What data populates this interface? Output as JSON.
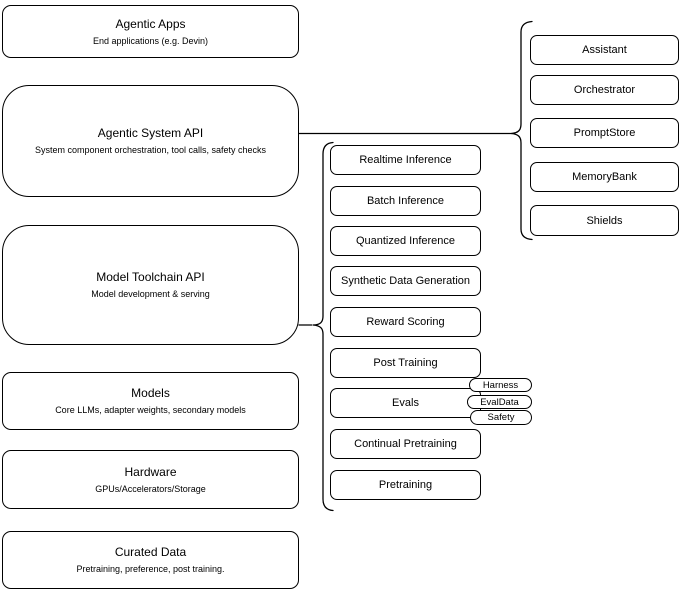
{
  "left_column": {
    "nodes": [
      {
        "title": "Agentic Apps",
        "subtitle": "End applications (e.g. Devin)"
      },
      {
        "title": "Agentic System API",
        "subtitle": "System component orchestration, tool calls, safety checks"
      },
      {
        "title": "Model Toolchain API",
        "subtitle": "Model development & serving"
      },
      {
        "title": "Models",
        "subtitle": "Core LLMs, adapter weights, secondary models"
      },
      {
        "title": "Hardware",
        "subtitle": "GPUs/Accelerators/Storage"
      },
      {
        "title": "Curated Data",
        "subtitle": "Pretraining, preference, post training."
      }
    ]
  },
  "toolchain_group": {
    "items": [
      "Realtime Inference",
      "Batch Inference",
      "Quantized Inference",
      "Synthetic Data Generation",
      "Reward Scoring",
      "Post Training",
      "Evals",
      "Continual Pretraining",
      "Pretraining"
    ]
  },
  "evals_tags": {
    "items": [
      "Harness",
      "EvalData",
      "Safety"
    ]
  },
  "system_group": {
    "items": [
      "Assistant",
      "Orchestrator",
      "PromptStore",
      "MemoryBank",
      "Shields"
    ]
  },
  "colors": {
    "stroke": "#000000",
    "background": "#ffffff",
    "text": "#000000"
  }
}
